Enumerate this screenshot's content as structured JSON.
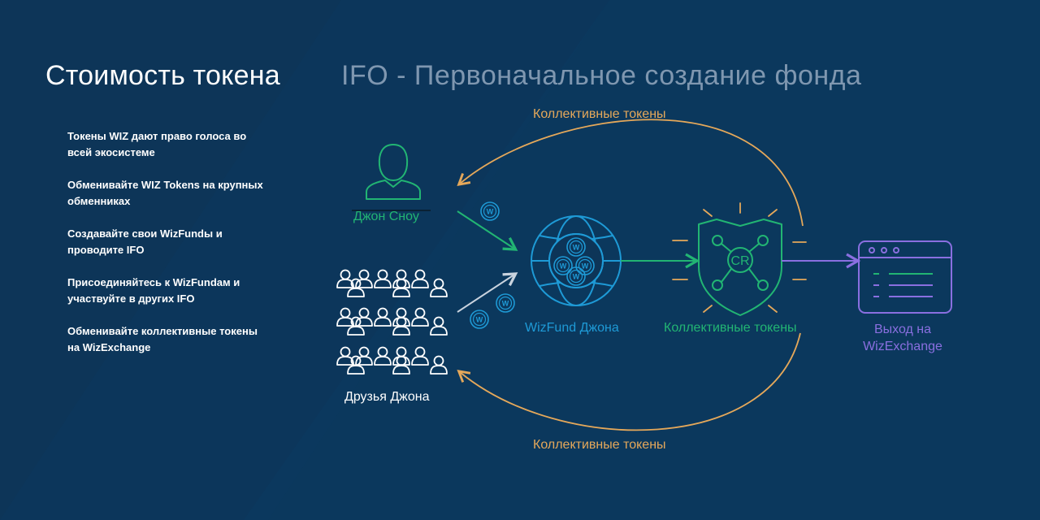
{
  "header": {
    "title": "Стоимость токена",
    "subtitle": "IFO - Первоначальное создание фонда"
  },
  "bullets": [
    "Токены WIZ дают право голоса во всей экосистеме",
    "Обменивайте WIZ Tokens на крупных обменниках",
    "Создавайте свои WizFundы и проводите IFO",
    "Присоединяйтесь к WizFundам и участвуйте в других IFO",
    "Обменивайте коллективные токены на WizExchange"
  ],
  "diagram": {
    "top_arc_label": "Коллективные токены",
    "bottom_arc_label": "Коллективные токены",
    "john_label": "Джон Сноу",
    "friends_label": "Друзья Джона",
    "fund_label": "WizFund Джона",
    "collective_label": "Коллективные токены",
    "shield_text": "CR",
    "coin_letter": "W",
    "exit_label_line1": "Выход на",
    "exit_label_line2": "WizExchange"
  },
  "colors": {
    "background": "#0d3558",
    "orange": "#e5a85a",
    "green": "#22b573",
    "blue": "#1e9ad6",
    "purple": "#8a6fe0",
    "subtitle": "#7f97b0"
  }
}
